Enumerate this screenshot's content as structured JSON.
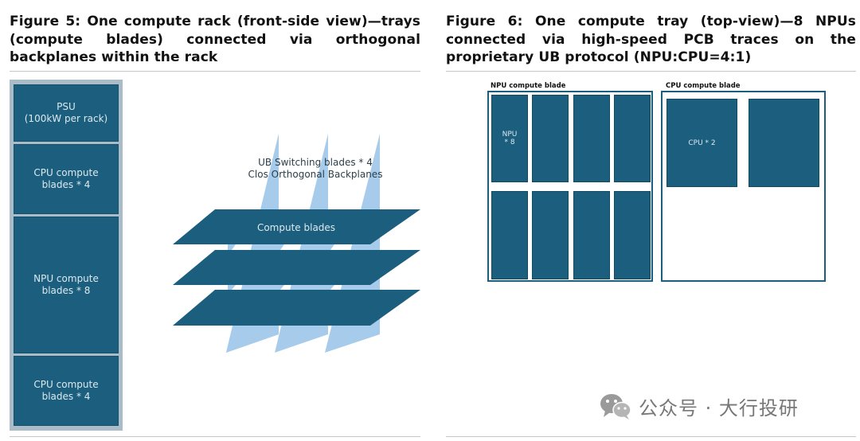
{
  "fig5": {
    "title": "Figure 5: One compute rack (front-side view)—trays (compute blades) connected via orthogonal backplanes within the rack",
    "rack_units": [
      "PSU\n(100kW per rack)",
      "CPU compute\nblades * 4",
      "NPU compute\nblades * 8",
      "CPU compute\nblades * 4"
    ],
    "switching_label_1": "UB Switching blades * 4",
    "switching_label_2": "Clos Orthogonal  Backplanes",
    "compute_label": "Compute blades",
    "colors": {
      "blade": "#1b5e7d",
      "backplane": "#a6cbeb",
      "rack_frame": "#a9bcc7"
    }
  },
  "fig6": {
    "title": "Figure 6: One compute tray (top-view)—8 NPUs connected via high-speed PCB traces on the proprietary UB protocol (NPU:CPU=4:1)",
    "npu_blade_label": "NPU compute blade",
    "cpu_blade_label": "CPU compute blade",
    "npu_chip_label": "NPU\n* 8",
    "cpu_chip_label": "CPU * 2"
  },
  "watermark": {
    "text": "公众号 · 大行投研",
    "icon": "wechat-icon"
  }
}
